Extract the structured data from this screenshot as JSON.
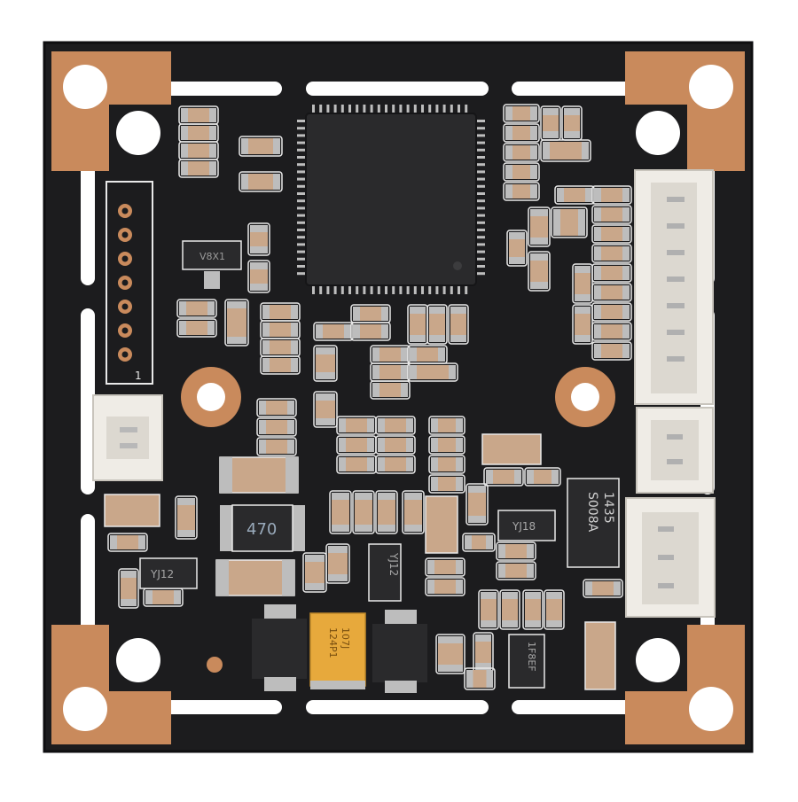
{
  "colors": {
    "background": "#ffffff",
    "pcb": "#1c1c1e",
    "pcb_edge": "#0e0e10",
    "copper": "#c98a5c",
    "copper_dark": "#a86a42",
    "silkscreen": "#e9e9e9",
    "ic_body": "#2a2a2c",
    "connector": "#efece6",
    "smd_body": "#c9a78a",
    "tantalum": "#e7a93c"
  },
  "components": {
    "u1_marking": "YJ12",
    "u2_marking": "YJ12",
    "u3_marking": "YJ18",
    "inductor_marking": "470",
    "diode_line1": "S008A",
    "diode_line2": "1435",
    "tantalum_line1": "107J",
    "tantalum_line2": "124P1",
    "sot_small_marking": "1F8EF",
    "top_sot_marking": "V8X1",
    "pin1_label": "1"
  }
}
